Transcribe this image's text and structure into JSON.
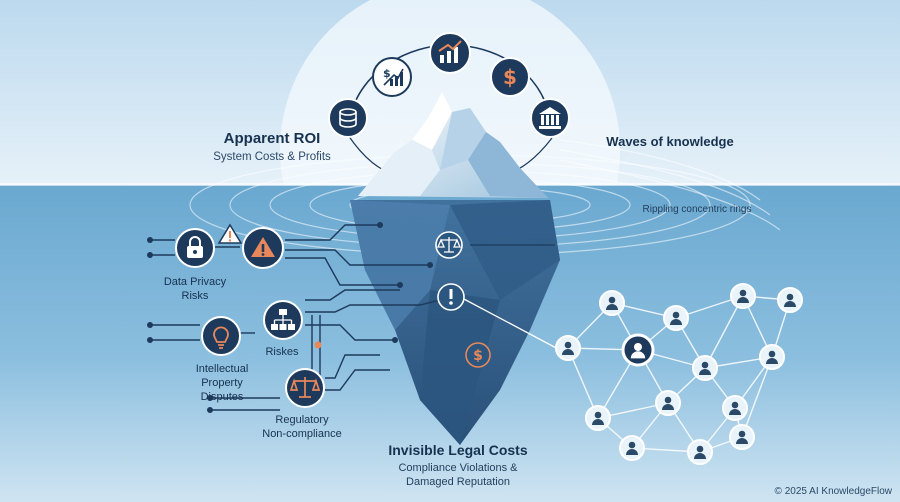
{
  "apparent": {
    "title": "Apparent ROI",
    "subtitle": "System Costs & Profits"
  },
  "waves": {
    "title": "Waves of knowledge",
    "subtitle": "Rippling concentric rings"
  },
  "hidden": {
    "title": "Invisible Legal Costs",
    "subtitle_line1": "Compliance Violations &",
    "subtitle_line2": "Damaged Reputation"
  },
  "risks": {
    "data_privacy": [
      "Data Privacy",
      "Risks"
    ],
    "risks": "Riskes",
    "ip": [
      "Intellectual",
      "Property",
      "Disputes"
    ],
    "regulatory": [
      "Regulatory",
      "Non-compliance"
    ]
  },
  "copyright": "© 2025 AI KnowledgeFlow",
  "icons": {
    "top": [
      "coins-icon",
      "dollar-chart-icon",
      "growth-chart-icon",
      "dollar-icon",
      "bank-icon"
    ],
    "underwater": [
      "scales-icon",
      "exclamation-icon",
      "dollar-icon"
    ],
    "left": [
      "lock-icon",
      "warning-icon",
      "warning-icon",
      "hierarchy-icon",
      "lightbulb-icon",
      "scales-icon"
    ],
    "network": "user-icon"
  },
  "colors": {
    "navy": "#1d3a5c",
    "ocean": "#5e9cc6",
    "sky": "#cfe4f3",
    "accent": "#e8875a"
  }
}
